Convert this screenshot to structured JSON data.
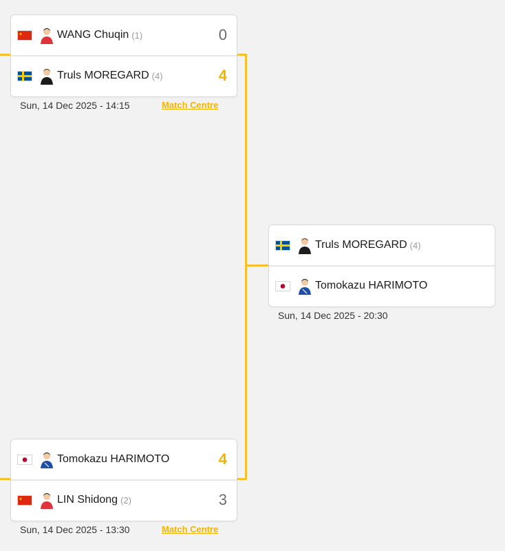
{
  "matches": [
    {
      "players": [
        {
          "country": "china",
          "flag_icon": "china-flag-icon",
          "name": "WANG Chuqin",
          "seed": "(1)",
          "score": "0",
          "winner": false
        },
        {
          "country": "sweden",
          "flag_icon": "sweden-flag-icon",
          "name": "Truls MOREGARD",
          "seed": "(4)",
          "score": "4",
          "winner": true
        }
      ],
      "datetime": "Sun, 14 Dec 2025 - 14:15",
      "link_label": "Match Centre"
    },
    {
      "players": [
        {
          "country": "japan",
          "flag_icon": "japan-flag-icon",
          "name": "Tomokazu HARIMOTO",
          "seed": "",
          "score": "4",
          "winner": true
        },
        {
          "country": "china",
          "flag_icon": "china-flag-icon",
          "name": "LIN Shidong",
          "seed": "(2)",
          "score": "3",
          "winner": false
        }
      ],
      "datetime": "Sun, 14 Dec 2025 - 13:30",
      "link_label": "Match Centre"
    },
    {
      "players": [
        {
          "country": "sweden",
          "flag_icon": "sweden-flag-icon",
          "name": "Truls MOREGARD",
          "seed": "(4)",
          "score": "",
          "winner": false
        },
        {
          "country": "japan",
          "flag_icon": "japan-flag-icon",
          "name": "Tomokazu HARIMOTO",
          "seed": "",
          "score": "",
          "winner": false
        }
      ],
      "datetime": "Sun, 14 Dec 2025 - 20:30",
      "link_label": ""
    }
  ],
  "colors": {
    "accent": "#f2b400",
    "connector": "#f4c12d",
    "loser_score": "#6b6b6b",
    "background": "#f2f2f2"
  }
}
